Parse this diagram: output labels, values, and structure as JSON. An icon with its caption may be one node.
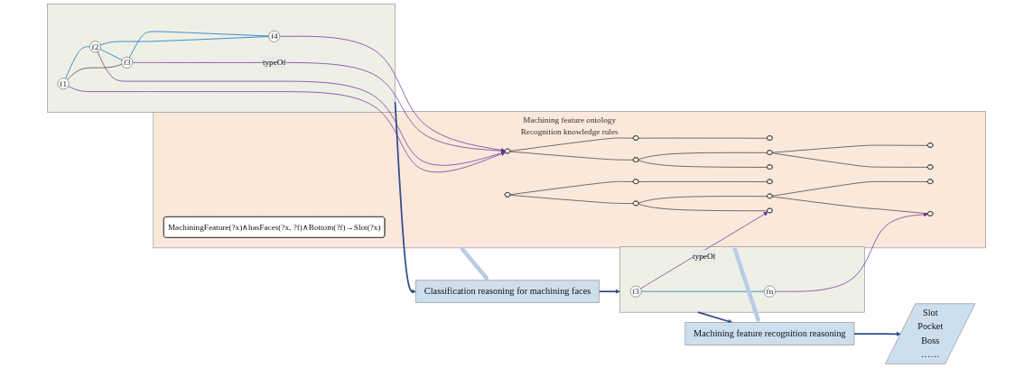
{
  "diagram": {
    "nodes": [
      {
        "text": [],
        "shape": "box"
      },
      {
        "text": [
          "f1"
        ],
        "in": 0
      },
      {
        "text": [
          "f2"
        ],
        "in": 0
      },
      {
        "text": [
          "f3"
        ],
        "in": 0
      },
      {
        "text": [
          "f4"
        ],
        "in": 0
      },
      {
        "text": [
          "Classification reasoning for machining faces"
        ]
      },
      {
        "text": [],
        "shape": "box"
      },
      {
        "text": [
          "f3"
        ],
        "in": 6
      },
      {
        "text": [
          "fn"
        ],
        "in": 6
      },
      {
        "text": [
          "Machining feature recognition reasoning"
        ]
      },
      {
        "text": [
          "Slot",
          "Pocket",
          "Boss",
          "……"
        ]
      },
      {
        "text": [
          "Machining feature ontology",
          "Recognition knowledge rules"
        ]
      },
      {
        "text": [],
        "shape": "ellipse",
        "in": 11
      },
      {
        "text": [],
        "shape": "ellipse",
        "in": 11
      },
      {
        "text": [],
        "shape": "ellipse",
        "in": 11
      },
      {
        "text": [],
        "shape": "ellipse",
        "in": 11
      },
      {
        "text": [],
        "shape": "ellipse",
        "in": 11
      },
      {
        "text": [],
        "shape": "ellipse",
        "in": 11
      },
      {
        "text": [],
        "shape": "ellipse",
        "in": 11
      },
      {
        "text": [],
        "shape": "ellipse",
        "in": 11
      },
      {
        "text": [],
        "shape": "ellipse",
        "in": 11
      },
      {
        "text": [],
        "shape": "ellipse",
        "in": 11
      },
      {
        "text": [],
        "shape": "ellipse",
        "in": 11
      },
      {
        "text": [],
        "shape": "ellipse",
        "in": 11
      },
      {
        "text": [],
        "shape": "ellipse",
        "in": 11
      },
      {
        "text": [],
        "shape": "ellipse",
        "in": 11
      },
      {
        "text": [],
        "shape": "ellipse",
        "in": 11
      },
      {
        "text": [],
        "shape": "ellipse",
        "in": 11
      },
      {
        "text": [
          "MachiningFeature(?x)∧hasFaces(?x, ?f)∧Bottom(?f)→Slot(?x)"
        ],
        "in": 11
      }
    ],
    "edges": [
      {
        "from": 1,
        "to": 2,
        "arrow": "none",
        "color": "#0070c0"
      },
      {
        "from": 1,
        "to": 3,
        "arrow": "none"
      },
      {
        "from": 2,
        "to": 3,
        "arrow": "none",
        "color": "#0070c0"
      },
      {
        "from": 2,
        "to": 4,
        "arrow": "none",
        "color": "#0070c0"
      },
      {
        "from": 3,
        "to": 4,
        "arrow": "none",
        "color": "#0070c0"
      },
      {
        "from": 0,
        "to": 5,
        "arrow": "to",
        "color": "#2f4b8c"
      },
      {
        "from": 5,
        "to": 6,
        "arrow": "to",
        "color": "#2f4b8c"
      },
      {
        "from": 6,
        "to": 9,
        "arrow": "to",
        "color": "#2f4b8c"
      },
      {
        "from": 9,
        "to": 10,
        "arrow": "to",
        "color": "#2f4b8c"
      },
      {
        "from": 7,
        "to": 8,
        "arrow": "none",
        "color": "#0070c0"
      },
      {
        "from": 11,
        "to": 5,
        "arrow": "to",
        "style": "thick",
        "color": "#b8cce4"
      },
      {
        "from": 11,
        "to": 9,
        "arrow": "to",
        "style": "thick",
        "color": "#b8cce4"
      },
      {
        "from": 1,
        "to": 12,
        "arrow": "to",
        "color": "#7030a0"
      },
      {
        "from": 2,
        "to": 12,
        "arrow": "to",
        "color": "#7030a0"
      },
      {
        "from": 3,
        "to": 12,
        "label": "typeOf",
        "arrow": "to",
        "color": "#7030a0"
      },
      {
        "from": 4,
        "to": 12,
        "arrow": "to",
        "color": "#7030a0"
      },
      {
        "from": 7,
        "to": 25,
        "label": "typeOf",
        "arrow": "to",
        "color": "#7030a0"
      },
      {
        "from": 8,
        "to": 27,
        "arrow": "to",
        "color": "#7030a0"
      },
      {
        "from": 12,
        "to": 13,
        "arrow": "none"
      },
      {
        "from": 12,
        "to": 14,
        "arrow": "none"
      },
      {
        "from": 13,
        "to": 15,
        "arrow": "none"
      },
      {
        "from": 14,
        "to": 16,
        "arrow": "none"
      },
      {
        "from": 14,
        "to": 17,
        "arrow": "none"
      },
      {
        "from": 16,
        "to": 18,
        "arrow": "none"
      },
      {
        "from": 16,
        "to": 19,
        "arrow": "none"
      },
      {
        "from": 20,
        "to": 21,
        "arrow": "none"
      },
      {
        "from": 20,
        "to": 22,
        "arrow": "none"
      },
      {
        "from": 21,
        "to": 23,
        "arrow": "none"
      },
      {
        "from": 22,
        "to": 24,
        "arrow": "none"
      },
      {
        "from": 22,
        "to": 25,
        "arrow": "none"
      },
      {
        "from": 24,
        "to": 26,
        "arrow": "none"
      },
      {
        "from": 24,
        "to": 27,
        "arrow": "none"
      }
    ]
  }
}
